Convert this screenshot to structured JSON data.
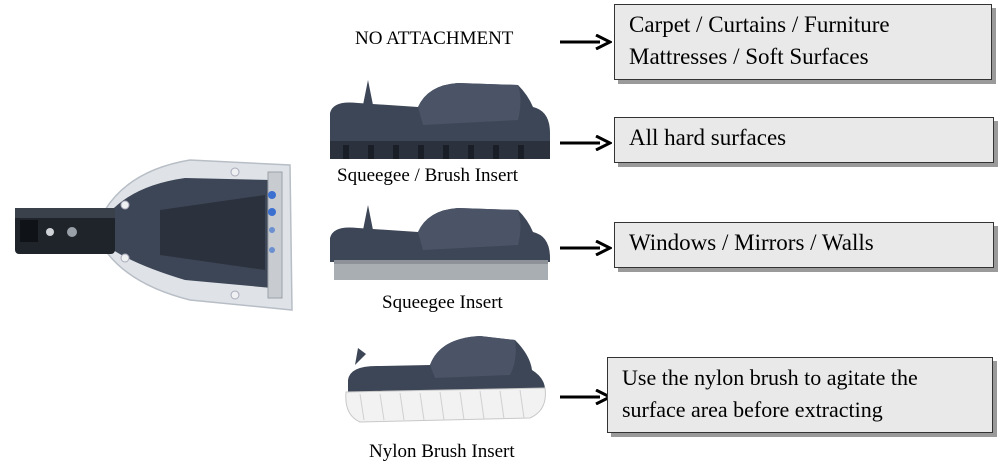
{
  "rows": [
    {
      "attachment": "NO ATTACHMENT",
      "description": [
        "Carpet / Curtains / Furniture",
        "Mattresses / Soft Surfaces"
      ]
    },
    {
      "attachment": "Squeegee / Brush Insert",
      "description": [
        "All hard surfaces"
      ]
    },
    {
      "attachment": "Squeegee Insert",
      "description": [
        "Windows / Mirrors / Walls"
      ]
    },
    {
      "attachment": "Nylon Brush Insert",
      "description": [
        "Use the nylon brush  to agitate the",
        "surface area before extracting"
      ]
    }
  ],
  "colors": {
    "tool_body": "#3d4656",
    "tool_clear": "#d7dbe0",
    "squeegee_strip": "#a9aeb3",
    "bristles": "#f2f2f2",
    "box_fill": "#e9e9e9"
  }
}
